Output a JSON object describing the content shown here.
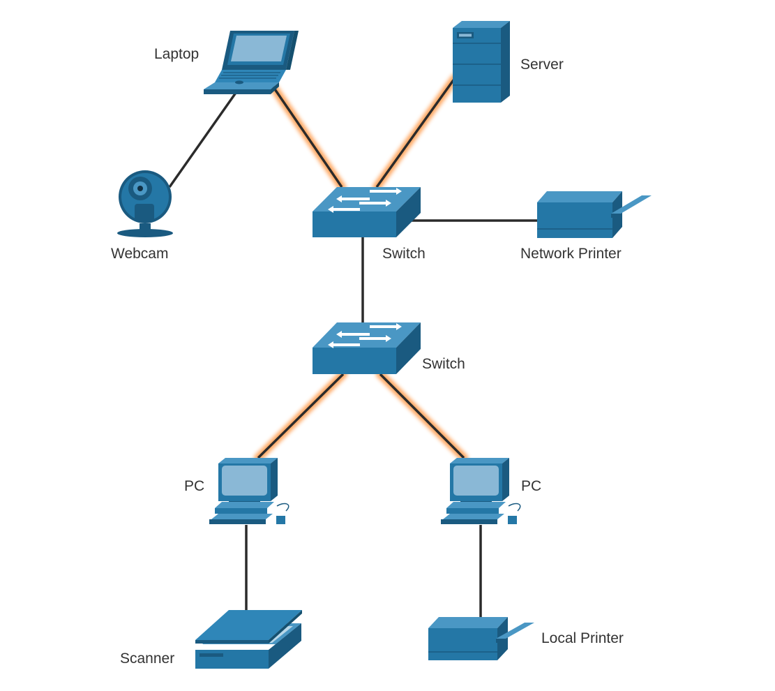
{
  "colors": {
    "device_blue": "#2477a6",
    "device_dark": "#1a5a80",
    "device_light": "#4a97c4",
    "screen": "#8ab8d6",
    "cable": "#2b2b2b",
    "network_glow": "#ff9a4a"
  },
  "devices": {
    "laptop": {
      "label": "Laptop",
      "icon": "laptop-icon"
    },
    "server": {
      "label": "Server",
      "icon": "server-icon"
    },
    "webcam": {
      "label": "Webcam",
      "icon": "webcam-icon"
    },
    "switch_top": {
      "label": "Switch",
      "icon": "switch-icon"
    },
    "network_printer": {
      "label": "Network Printer",
      "icon": "printer-icon"
    },
    "switch_bottom": {
      "label": "Switch",
      "icon": "switch-icon"
    },
    "pc_left": {
      "label": "PC",
      "icon": "pc-icon"
    },
    "pc_right": {
      "label": "PC",
      "icon": "pc-icon"
    },
    "scanner": {
      "label": "Scanner",
      "icon": "scanner-icon"
    },
    "local_printer": {
      "label": "Local Printer",
      "icon": "printer-icon"
    }
  },
  "links": [
    {
      "from": "Laptop",
      "to": "Switch",
      "type": "network"
    },
    {
      "from": "Server",
      "to": "Switch",
      "type": "network"
    },
    {
      "from": "Network Printer",
      "to": "Switch",
      "type": "network"
    },
    {
      "from": "Switch",
      "to": "Switch",
      "type": "network"
    },
    {
      "from": "Switch",
      "to": "PC",
      "type": "network"
    },
    {
      "from": "Switch",
      "to": "PC",
      "type": "network"
    },
    {
      "from": "Laptop",
      "to": "Webcam",
      "type": "local"
    },
    {
      "from": "PC",
      "to": "Scanner",
      "type": "local"
    },
    {
      "from": "PC",
      "to": "Local Printer",
      "type": "local"
    }
  ]
}
